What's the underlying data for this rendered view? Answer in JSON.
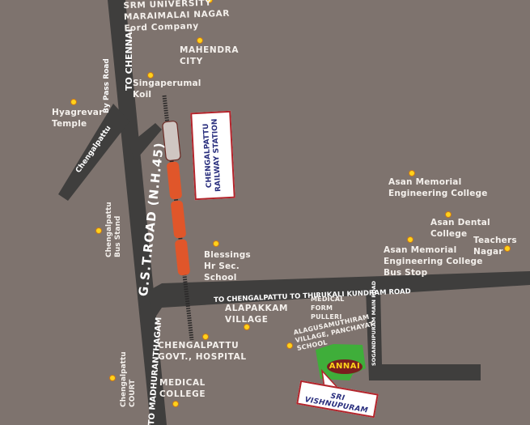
{
  "map": {
    "background_color": "#7e736e",
    "road_color": "#3f3e3d",
    "marker_color": "#ffd21a",
    "train_color": "#e0562a",
    "highlight_plot_color": "#3fae3a",
    "roads": {
      "chennai": "TO CHENNAI",
      "bypass": "By Pass Road",
      "chengalpattu_diag": "Chengalpattu",
      "gst": "G.S.T.ROAD (N.H.45)",
      "madhuranthagam": "TO MADHURANTHAGAM",
      "thirukali": "TO CHENGALPATTU TO THIRUKALI KUNDRAM ROAD",
      "sogandipuram": "SOGANDIPURAM MAIN ROAD"
    },
    "station": "CHENGALPATTU\nRAILWAY STATION",
    "annai": "ANNAI",
    "sri_vishnupuram": "SRI VISHNUPURAM",
    "landmarks": {
      "srm": "SRM UNIVERSITY\nMARAIMALAI NAGAR\nFord Company",
      "mahendra": "MAHENDRA\nCITY",
      "singaperumal": "Singaperumal\nKoil",
      "hyagrevar": "Hyagrevar\nTemple",
      "bus_stand": "Chengalpattu\nBus Stand",
      "blessings": "Blessings\nHr Sec.\nSchool",
      "alapakkam": "ALAPAKKAM\nVILLAGE",
      "medical_form": "MEDICAL\nFORM\nPULLERI",
      "alagusamuthiram": "ALAGUSAMUTHIRAM\nVILLAGE, PANCHAYAT\nSCHOOL",
      "hospital": "CHENGALPATTU\nGOVT., HOSPITAL",
      "court": "Chengalpattu\nCOURT",
      "medical_college": "MEDICAL\nCOLLEGE",
      "asan_eng": "Asan Memorial\nEngineering College",
      "asan_dental": "Asan Dental\nCollege",
      "asan_bus": "Asan Memorial\nEngineering College\nBus Stop",
      "teachers": "Teachers\nNagar"
    }
  }
}
